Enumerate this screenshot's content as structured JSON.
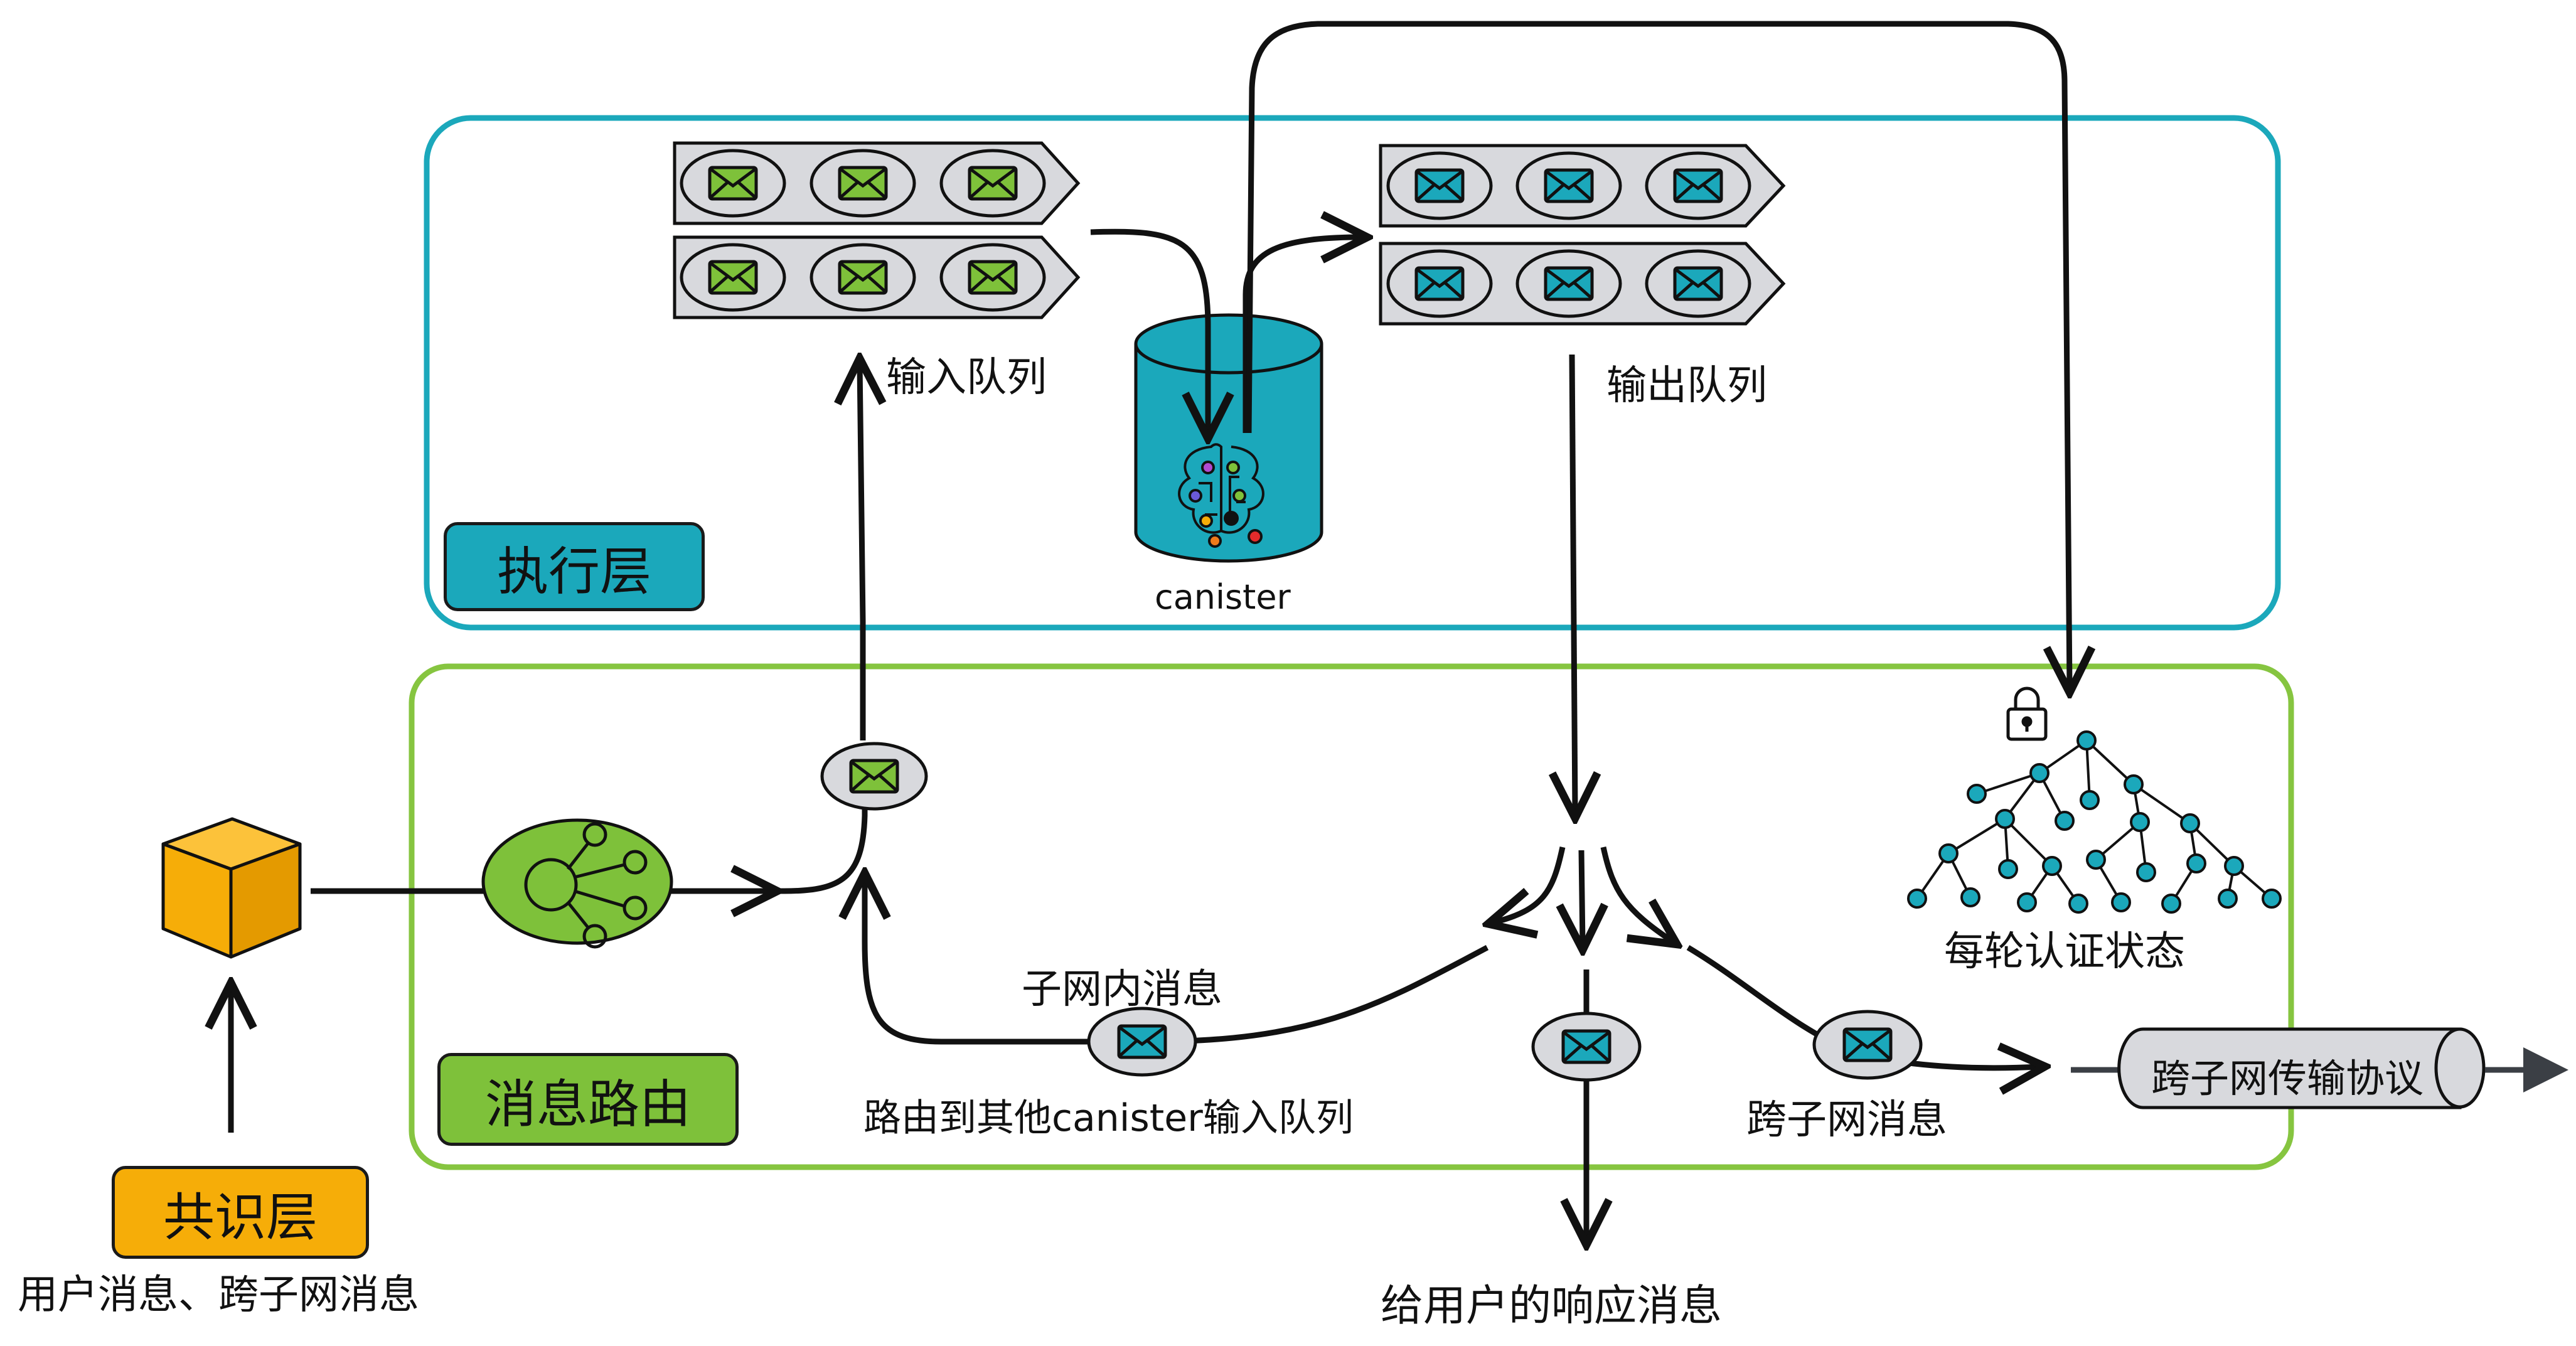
{
  "colors": {
    "execution": "#1ba8bb",
    "routing": "#86c540",
    "consensus": "#f6ad08",
    "green_msg": "#7ec13a",
    "blue_msg": "#1ba8bb",
    "queue": "#d8d9dd",
    "ink": "#111111"
  },
  "layers": {
    "execution": "执行层",
    "routing": "消息路由",
    "consensus": "共识层"
  },
  "labels": {
    "input_queue": "输入队列",
    "output_queue": "输出队列",
    "canister": "canister",
    "certified_state": "每轮认证状态",
    "intra_subnet": "子网内消息",
    "route_to_canister": "路由到其他canister输入队列",
    "xnet_msg": "跨子网消息",
    "xnet_protocol": "跨子网传输协议",
    "user_response": "给用户的响应消息",
    "consensus_input": "用户消息、跨子网消息"
  },
  "icons": [
    "envelope-icon",
    "cube-icon",
    "hub-icon",
    "brain-circuit-icon",
    "lock-icon",
    "merkle-tree-icon"
  ]
}
